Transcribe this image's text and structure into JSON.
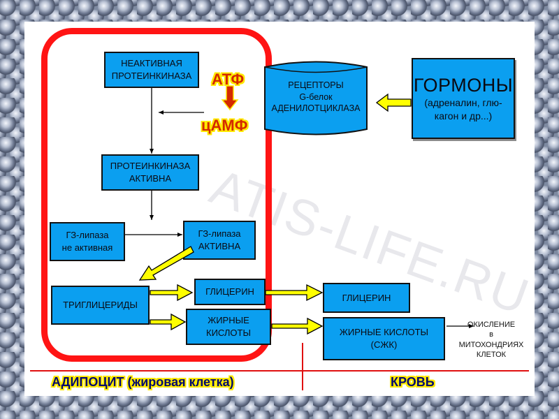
{
  "watermark": "ATIS-LIFE.RU",
  "boxes": {
    "inactive_kinase": "НЕАКТИВНАЯ\nПРОТЕИНКИНАЗА",
    "active_kinase": "ПРОТЕИНКИНАЗА\nАКТИВНА",
    "lipase_inactive": "ГЗ-липаза\nне активная",
    "lipase_active": "ГЗ-липаза\nАКТИВНА",
    "triglycerides": "ТРИГЛИЦЕРИДЫ",
    "glycerol_cell": "ГЛИЦЕРИН",
    "fatty_acids_cell": "ЖИРНЫЕ\nКИСЛОТЫ",
    "receptors": "РЕЦЕПТОРЫ\nG-белок\nАДЕНИЛОТЦИКЛАЗА",
    "hormones_title": "ГОРМОНЫ",
    "hormones_sub": "(адреналин, глю-\nкагон и др...)",
    "glycerol_blood": "ГЛИЦЕРИН",
    "fatty_acids_blood": "ЖИРНЫЕ КИСЛОТЫ\n(СЖК)"
  },
  "labels": {
    "atp": "АТФ",
    "camp": "цАМФ",
    "oxidation": "ОКИСЛЕНИЕ\nв\nМИТОХОНДРИЯХ\nКЛЕТОК",
    "adipocyte": "АДИПОЦИТ (жировая клетка)",
    "blood": "КРОВЬ"
  },
  "colors": {
    "box_fill": "#0b9ff0",
    "membrane": "#ff1414",
    "arrow_fill": "#ffff00",
    "divider": "#e01010"
  }
}
